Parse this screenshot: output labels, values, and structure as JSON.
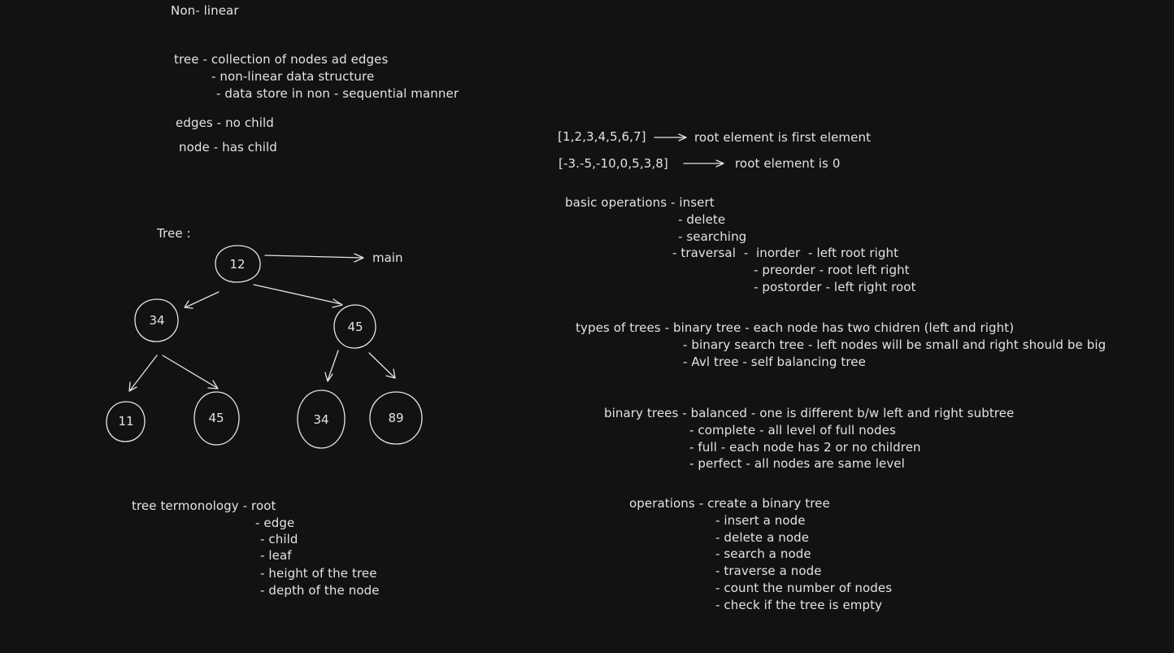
{
  "notes_left": {
    "heading": "Non- linear",
    "tree_def": [
      "tree - collection of nodes ad edges",
      "- non-linear data structure",
      "- data store in non - sequential manner"
    ],
    "edges_def": "edges - no child",
    "node_def": "node - has child",
    "tree_label": "Tree :",
    "main_label": "main",
    "terminology": [
      "tree termonology - root",
      "- edge",
      "- child",
      "- leaf",
      "- height of the tree",
      "- depth of the node"
    ]
  },
  "tree_nodes": {
    "root": "12",
    "left": "34",
    "right": "45",
    "ll": "11",
    "lr": "45",
    "rl": "34",
    "rr": "89"
  },
  "notes_right": {
    "array1": "[1,2,3,4,5,6,7]",
    "array1_note": "root element is first element",
    "array2": "[-3.-5,-10,0,5,3,8]",
    "array2_note": "root element is 0",
    "basic_ops": [
      "basic operations - insert",
      "- delete",
      "- searching",
      "- traversal  -  inorder  - left root right",
      "- preorder - root left right",
      "- postorder - left right root"
    ],
    "types": [
      "types of trees - binary tree - each node has two chidren (left and right)",
      "- binary search tree - left nodes will be small and right should be big",
      "- Avl tree - self balancing tree"
    ],
    "binary_trees": [
      "binary trees - balanced - one is different b/w left and right subtree",
      "- complete - all level of full nodes",
      "- full - each node has 2 or no children",
      "- perfect - all nodes are same level"
    ],
    "operations": [
      "operations - create a binary tree",
      "- insert a node",
      "- delete a node",
      "- search a node",
      "- traverse a node",
      "- count the number of nodes",
      "- check if the tree is empty"
    ]
  }
}
